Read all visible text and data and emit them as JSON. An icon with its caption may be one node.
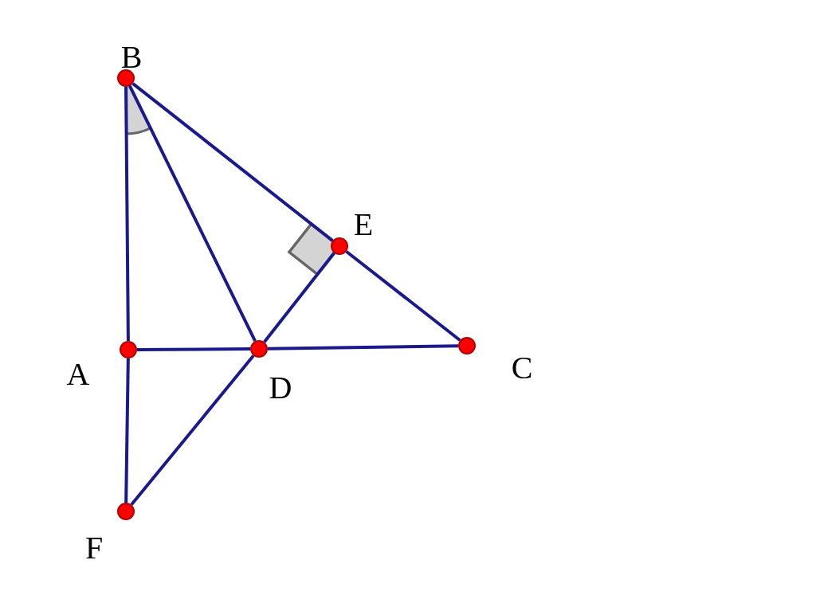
{
  "diagram": {
    "nodes": [
      {
        "text": [],
        "shape": "circle",
        "beside": [
          "B"
        ]
      },
      {
        "text": [],
        "shape": "circle",
        "beside": [
          "E"
        ]
      },
      {
        "text": [],
        "shape": "circle",
        "beside": [
          "A"
        ]
      },
      {
        "text": [],
        "shape": "circle",
        "beside": [
          "D"
        ]
      },
      {
        "text": [],
        "shape": "circle",
        "beside": [
          "C"
        ]
      },
      {
        "text": [],
        "shape": "circle",
        "beside": [
          "F"
        ]
      }
    ],
    "edges": [
      {
        "from": 0,
        "to": 2,
        "arrow": "none"
      },
      {
        "from": 2,
        "to": 5,
        "arrow": "none"
      },
      {
        "from": 0,
        "to": 3,
        "arrow": "none"
      },
      {
        "from": 0,
        "to": 1,
        "arrow": "none"
      },
      {
        "from": 1,
        "to": 4,
        "arrow": "none"
      },
      {
        "from": 2,
        "to": 3,
        "arrow": "none"
      },
      {
        "from": 3,
        "to": 4,
        "arrow": "none"
      },
      {
        "from": 1,
        "to": 3,
        "arrow": "none"
      },
      {
        "from": 3,
        "to": 5,
        "arrow": "none"
      }
    ]
  }
}
